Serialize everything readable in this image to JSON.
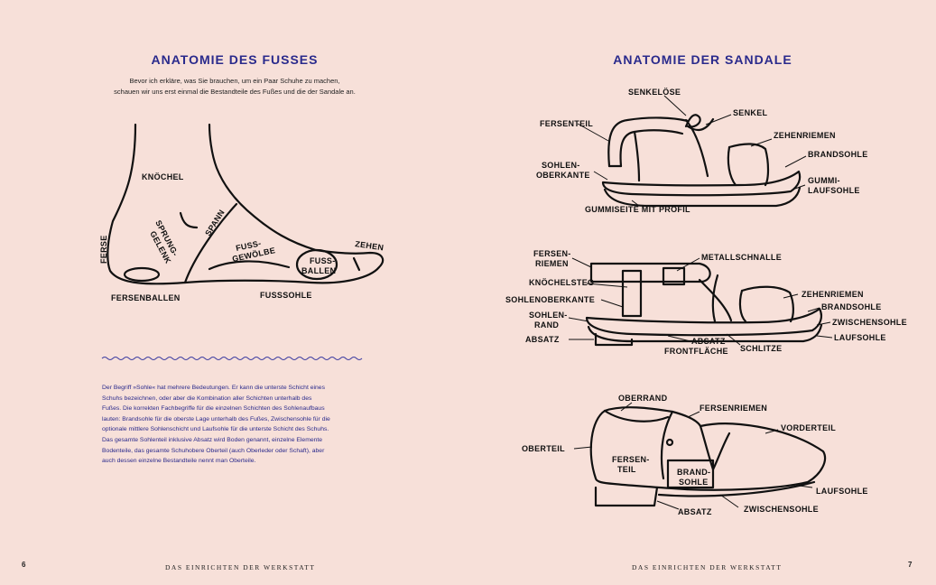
{
  "left": {
    "title": "ANATOMIE DES FUSSES",
    "intro_line1": "Bevor ich erkläre, was Sie brauchen, um ein Paar Schuhe zu machen,",
    "intro_line2": "schauen wir uns erst einmal die Bestandteile des Fußes und die der Sandale an.",
    "foot_labels": {
      "knoechel": "KNÖCHEL",
      "sprung1": "SPRUNG-",
      "sprung2": "GELENK",
      "spann": "SPANN",
      "ferse": "FERSE",
      "fussgewoelbe1": "FUSS-",
      "fussgewoelbe2": "GEWÖLBE",
      "fussballen1": "FUSS-",
      "fussballen2": "BALLEN",
      "zehen": "ZEHEN",
      "fersenballen": "FERSENBALLEN",
      "fusssohle": "FUSSSOHLE"
    },
    "body_lines": [
      "Der Begriff »Sohle« hat mehrere Bedeutungen. Er kann die unterste Schicht eines",
      "Schuhs bezeichnen, oder aber die Kombination aller Schichten unterhalb des",
      "Fußes. Die korrekten Fachbegriffe für die einzelnen Schichten des Sohlenaufbaus",
      "lauten: Brandsohle für die oberste Lage unterhalb des Fußes, Zwischensohle für die",
      "optionale mittlere Sohlenschicht und Laufsohle für die unterste Schicht des Schuhs.",
      "Das gesamte Sohlenteil inklusive Absatz wird Boden genannt, einzelne Elemente",
      "Bodenteile, das gesamte Schuhobere Oberteil (auch Oberleder oder Schaft), aber",
      "auch dessen einzelne Bestandteile nennt man Oberteile."
    ],
    "page_number": "6",
    "footer": "DAS EINRICHTEN DER WERKSTATT"
  },
  "right": {
    "title": "ANATOMIE DER SANDALE",
    "s1": {
      "senkeloese": "SENKELÖSE",
      "senkel": "SENKEL",
      "fersenteil": "FERSENTEIL",
      "zehenriemen": "ZEHENRIEMEN",
      "brandsohle": "BRANDSOHLE",
      "sohlen1": "SOHLEN-",
      "sohlen2": "OBERKANTE",
      "gummi1": "GUMMI-",
      "gummi2": "LAUFSOHLE",
      "gummiseite": "GUMMISEITE MIT PROFIL"
    },
    "s2": {
      "fersen1": "FERSEN-",
      "fersen2": "RIEMEN",
      "metallschnalle": "METALLSCHNALLE",
      "knoechelsteg": "KNÖCHELSTEG",
      "zehenriemen": "ZEHENRIEMEN",
      "sohlenoberkante": "SOHLENOBERKANTE",
      "brandsohle": "BRANDSOHLE",
      "sohlenrand1": "SOHLEN-",
      "sohlenrand2": "RAND",
      "zwischensohle": "ZWISCHENSOHLE",
      "absatz": "ABSATZ",
      "laufsohle": "LAUFSOHLE",
      "absatzfront1": "ABSATZ-",
      "absatzfront2": "FRONTFLÄCHE",
      "schlitze": "SCHLITZE"
    },
    "s3": {
      "oberrand": "OBERRAND",
      "fersenriemen": "FERSENRIEMEN",
      "vorderteil": "VORDERTEIL",
      "oberteil": "OBERTEIL",
      "fersenteil1": "FERSEN-",
      "fersenteil2": "TEIL",
      "brandsohle1": "BRAND-",
      "brandsohle2": "SOHLE",
      "laufsohle": "LAUFSOHLE",
      "absatz": "ABSATZ",
      "zwischensohle": "ZWISCHENSOHLE"
    },
    "page_number": "7",
    "footer": "DAS EINRICHTEN DER WERKSTATT"
  }
}
